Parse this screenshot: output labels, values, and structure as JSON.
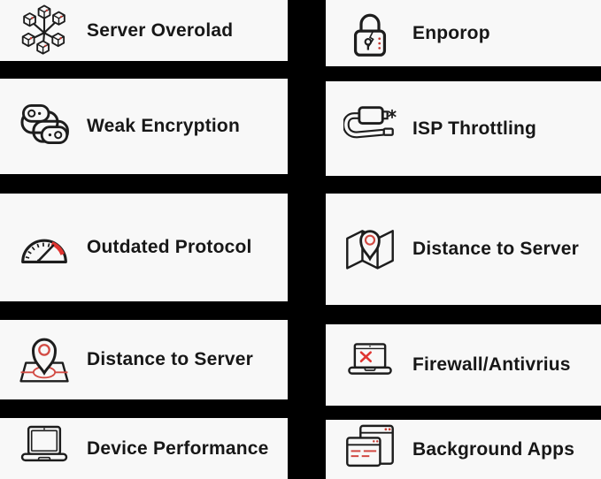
{
  "page": {
    "background_color": "#000000",
    "card_background": "#f8f8f8",
    "text_color": "#171717",
    "accent_red": "#d9423a",
    "columns": 2,
    "rows": 5
  },
  "cards": [
    {
      "label": "Server Overolad",
      "icon": "server-network-icon"
    },
    {
      "label": "Enporop",
      "icon": "broken-lock-icon"
    },
    {
      "label": "Weak Encryption",
      "icon": "chain-links-icon"
    },
    {
      "label": "ISP Throttling",
      "icon": "cable-plug-icon"
    },
    {
      "label": "Outdated Protocol",
      "icon": "speedometer-icon"
    },
    {
      "label": "Distance to Server",
      "icon": "folded-map-pin-icon"
    },
    {
      "label": "Distance to Server",
      "icon": "map-location-pin-icon"
    },
    {
      "label": "Firewall/Antivrius",
      "icon": "laptop-error-icon"
    },
    {
      "label": "Device Performance",
      "icon": "laptop-icon"
    },
    {
      "label": "Background Apps",
      "icon": "app-windows-icon"
    }
  ]
}
